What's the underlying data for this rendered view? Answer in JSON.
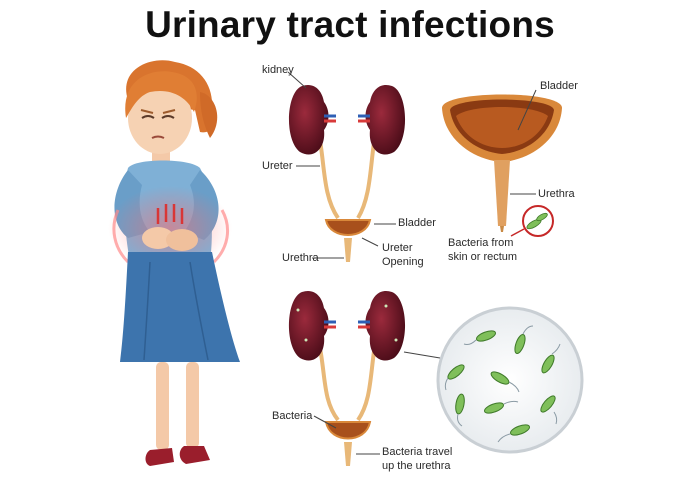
{
  "title": "Urinary tract infections",
  "labels": {
    "kidney": "kidney",
    "ureter": "Ureter",
    "bladder_small": "Bladder",
    "urethra_small": "Urethra",
    "ureter_opening_1": "Ureter",
    "ureter_opening_2": "Opening",
    "bladder_large": "Bladder",
    "urethra_large": "Urethra",
    "bacteria_from_1": "Bacteria from",
    "bacteria_from_2": "skin or rectum",
    "bacteria": "Bacteria",
    "bacteria_travel_1": "Bacteria travel",
    "bacteria_travel_2": "up the urethra"
  },
  "colors": {
    "kidney": "#7a1a2a",
    "kidney_dark": "#4a0c18",
    "tube": "#e8b878",
    "bladder": "#a8501c",
    "bladder_rim": "#d9883a",
    "bacteria": "#7fbf5a",
    "hair": "#d9742e",
    "shirt": "#7fb0d6",
    "skirt": "#3d74ad",
    "pain": "#e04848"
  }
}
